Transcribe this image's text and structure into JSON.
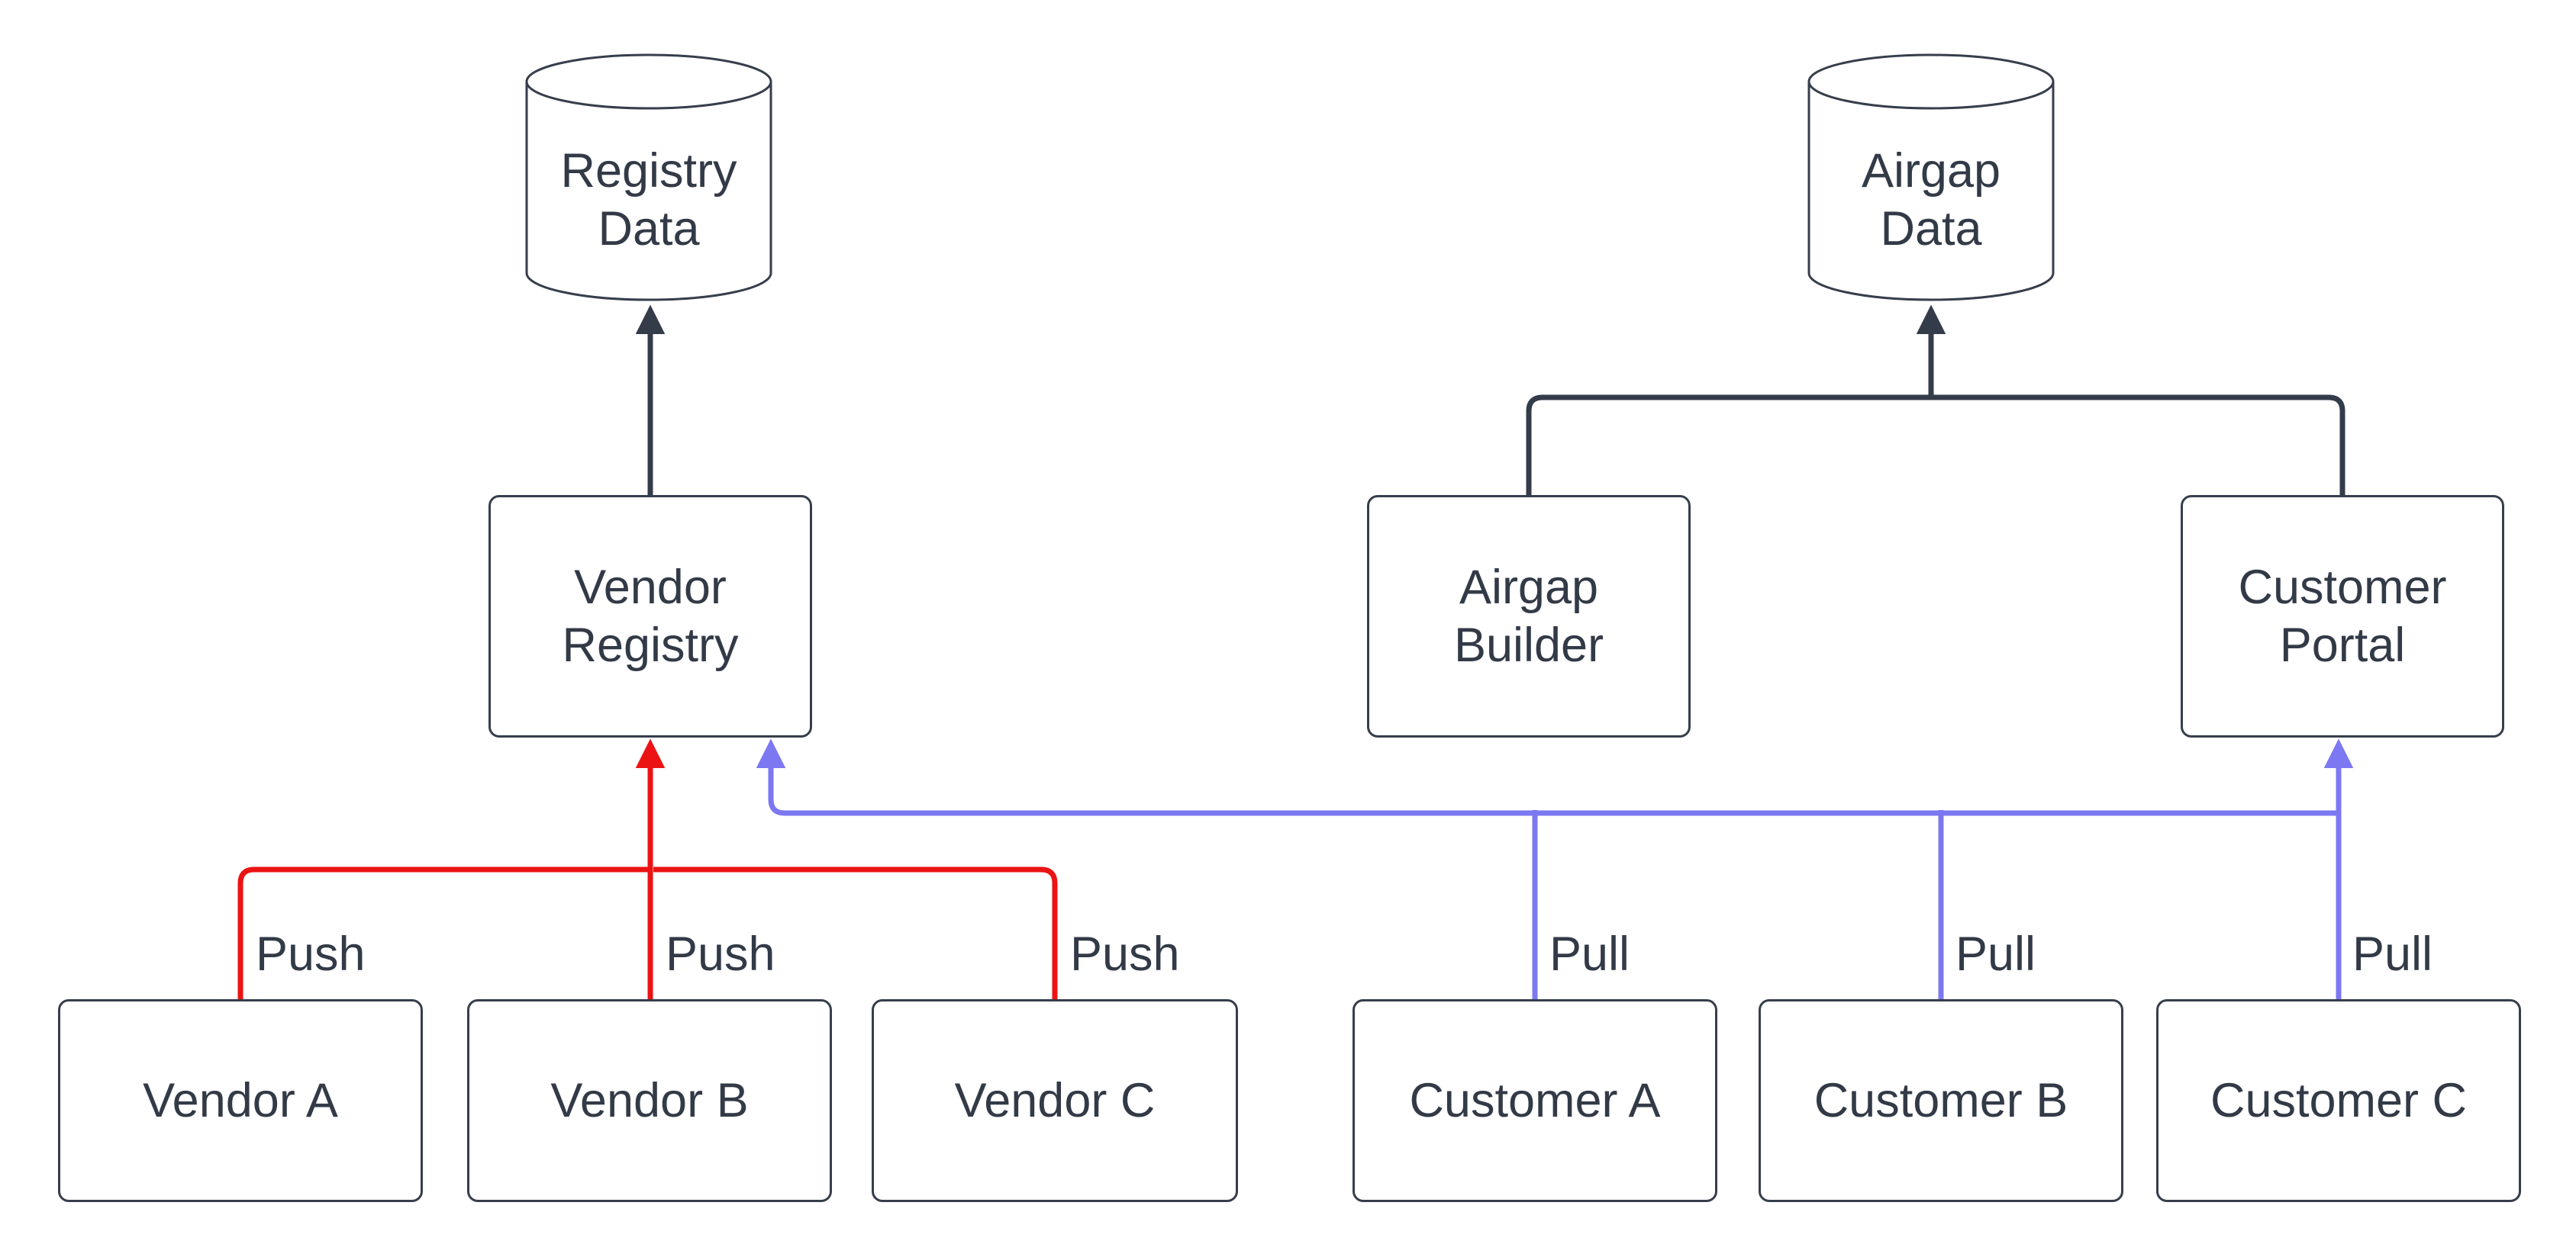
{
  "diagram": {
    "background": "#ffffff",
    "colors": {
      "line_dark": "#343c4a",
      "line_red": "#eb1313",
      "line_blue": "#7c78f2",
      "text": "#333a47",
      "node_border": "#363e4c",
      "node_fill": "#ffffff"
    },
    "nodes": {
      "registry_data": {
        "label": "Registry\nData",
        "shape": "cylinder"
      },
      "airgap_data": {
        "label": "Airgap\nData",
        "shape": "cylinder"
      },
      "vendor_registry": {
        "label": "Vendor\nRegistry",
        "shape": "rect"
      },
      "airgap_builder": {
        "label": "Airgap\nBuilder",
        "shape": "rect"
      },
      "customer_portal": {
        "label": "Customer\nPortal",
        "shape": "rect"
      },
      "vendor_a": {
        "label": "Vendor A",
        "shape": "rect"
      },
      "vendor_b": {
        "label": "Vendor B",
        "shape": "rect"
      },
      "vendor_c": {
        "label": "Vendor C",
        "shape": "rect"
      },
      "customer_a": {
        "label": "Customer A",
        "shape": "rect"
      },
      "customer_b": {
        "label": "Customer B",
        "shape": "rect"
      },
      "customer_c": {
        "label": "Customer C",
        "shape": "rect"
      }
    },
    "edge_labels": {
      "push_a": "Push",
      "push_b": "Push",
      "push_c": "Push",
      "pull_a": "Pull",
      "pull_b": "Pull",
      "pull_c": "Pull"
    },
    "edges": [
      {
        "from": "Vendor A",
        "to": "Vendor Registry",
        "label": "Push",
        "color": "red"
      },
      {
        "from": "Vendor B",
        "to": "Vendor Registry",
        "label": "Push",
        "color": "red"
      },
      {
        "from": "Vendor C",
        "to": "Vendor Registry",
        "label": "Push",
        "color": "red"
      },
      {
        "from": "Customer A",
        "to": "Vendor Registry",
        "label": "Pull",
        "color": "blue"
      },
      {
        "from": "Customer B",
        "to": "Vendor Registry",
        "label": "Pull",
        "color": "blue"
      },
      {
        "from": "Customer C",
        "to": "Vendor Registry",
        "label": "Pull",
        "color": "blue"
      },
      {
        "from": "Customer C",
        "to": "Customer Portal",
        "label": "Pull",
        "color": "blue"
      },
      {
        "from": "Vendor Registry",
        "to": "Registry Data",
        "color": "dark"
      },
      {
        "from": "Airgap Builder",
        "to": "Airgap Data",
        "color": "dark"
      },
      {
        "from": "Customer Portal",
        "to": "Airgap Data",
        "color": "dark"
      }
    ]
  }
}
